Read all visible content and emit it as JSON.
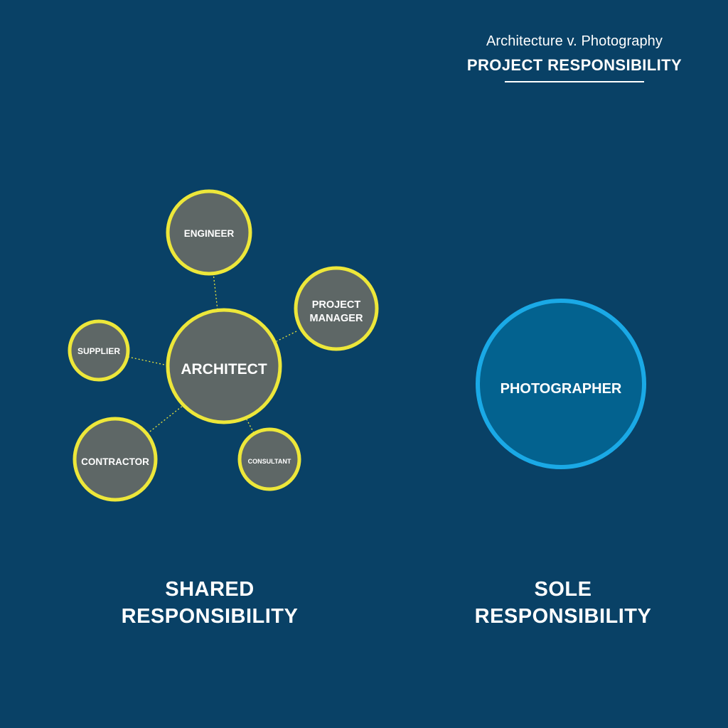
{
  "header": {
    "subtitle": "Architecture v. Photography",
    "title": "PROJECT RESPONSIBILITY"
  },
  "shared": {
    "center": "ARCHITECT",
    "nodes": {
      "engineer": "ENGINEER",
      "project_manager_line1": "PROJECT",
      "project_manager_line2": "MANAGER",
      "supplier": "SUPPLIER",
      "contractor": "CONTRACTOR",
      "consultant": "CONSULTANT"
    },
    "caption_line1": "SHARED",
    "caption_line2": "RESPONSIBILITY"
  },
  "sole": {
    "center": "PHOTOGRAPHER",
    "caption_line1": "SOLE",
    "caption_line2": "RESPONSIBILITY"
  },
  "colors": {
    "background": "#094166",
    "node_fill": "#5e6766",
    "node_stroke": "#ede73a",
    "photographer_fill": "#03628f",
    "photographer_stroke": "#1aa9e6",
    "text": "#ffffff"
  }
}
